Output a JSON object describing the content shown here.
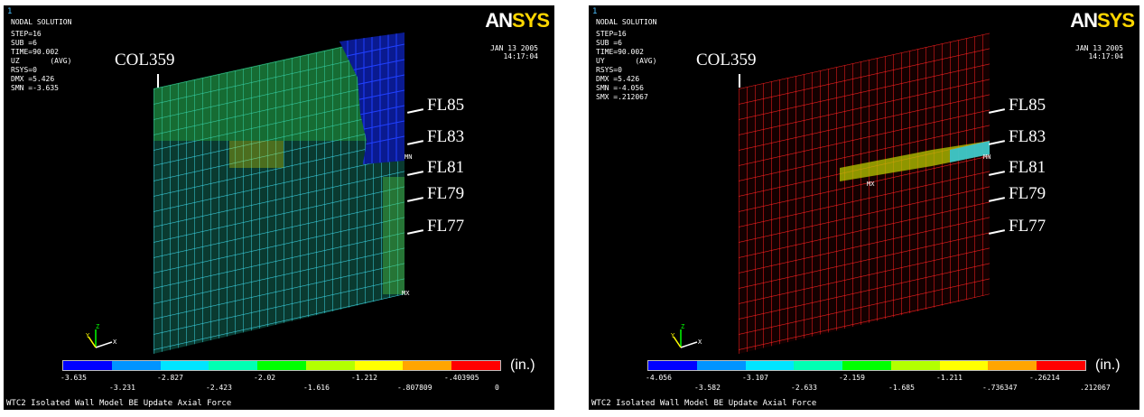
{
  "legend_colors": [
    "#0000ff",
    "#0094ff",
    "#00e5ff",
    "#00ffb3",
    "#00ff00",
    "#b3ff00",
    "#ffff00",
    "#ffa500",
    "#ff0000"
  ],
  "panels": [
    {
      "index": "1",
      "title": "NODAL SOLUTION",
      "info": [
        "STEP=16",
        "SUB =6",
        "TIME=90.002",
        "UZ       (AVG)",
        "RSYS=0",
        "DMX =5.426",
        "SMN =-3.635"
      ],
      "logo_a": "AN",
      "logo_b": "SYS",
      "date": "JAN 13 2005",
      "time": "14:17:04",
      "column_label": "COL359",
      "floor_labels": [
        "FL85",
        "FL83",
        "FL81",
        "FL79",
        "FL77"
      ],
      "mn_label": "MN",
      "mx_label": "MX",
      "axis_y": "Y",
      "axis_z": "Z",
      "axis_x": "X",
      "legend_top": [
        "-3.635",
        "-2.827",
        "-2.02",
        "-1.212",
        "-.403905"
      ],
      "legend_bottom": [
        "-3.231",
        "-2.423",
        "-1.616",
        "-.807809",
        "0"
      ],
      "unit": "(in.)",
      "footer": "WTC2 Isolated Wall Model BE Update Axial Force"
    },
    {
      "index": "1",
      "title": "NODAL SOLUTION",
      "info": [
        "STEP=16",
        "SUB =6",
        "TIME=90.002",
        "UY       (AVG)",
        "RSYS=0",
        "DMX =5.426",
        "SMN =-4.056",
        "SMX =.212067"
      ],
      "logo_a": "AN",
      "logo_b": "SYS",
      "date": "JAN 13 2005",
      "time": "14:17:04",
      "column_label": "COL359",
      "floor_labels": [
        "FL85",
        "FL83",
        "FL81",
        "FL79",
        "FL77"
      ],
      "mn_label": "MN",
      "mx_label": "MX",
      "axis_y": "Y",
      "axis_z": "Z",
      "axis_x": "X",
      "legend_top": [
        "-4.056",
        "-3.107",
        "-2.159",
        "-1.211",
        "-.26214"
      ],
      "legend_bottom": [
        "-3.582",
        "-2.633",
        "-1.685",
        "-.736347",
        ".212067"
      ],
      "unit": "(in.)",
      "footer": "WTC2 Isolated Wall Model BE Update Axial Force"
    }
  ]
}
